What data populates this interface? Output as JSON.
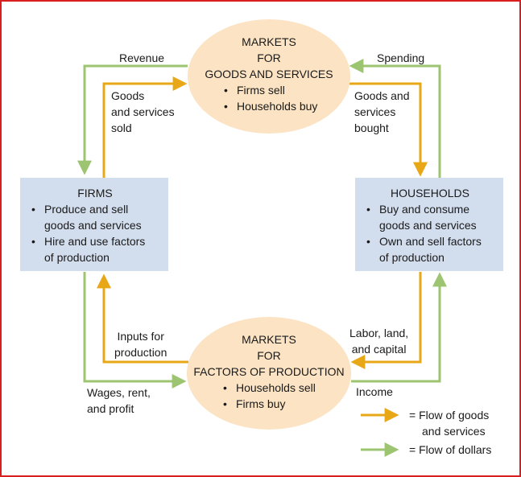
{
  "markets_goods": {
    "title_lines": [
      "MARKETS",
      "FOR",
      "GOODS AND SERVICES"
    ],
    "bullets": [
      "Firms sell",
      "Households buy"
    ]
  },
  "markets_factors": {
    "title_lines": [
      "MARKETS",
      "FOR",
      "FACTORS OF PRODUCTION"
    ],
    "bullets": [
      "Households sell",
      "Firms buy"
    ]
  },
  "firms": {
    "title": "FIRMS",
    "bullets": [
      [
        "Produce and sell",
        "goods and services"
      ],
      [
        "Hire and use factors",
        "of production"
      ]
    ]
  },
  "households": {
    "title": "HOUSEHOLDS",
    "bullets": [
      [
        "Buy and consume",
        "goods and services"
      ],
      [
        "Own and sell factors",
        "of production"
      ]
    ]
  },
  "labels": {
    "revenue": "Revenue",
    "spending": "Spending",
    "goods_sold": [
      "Goods",
      "and services",
      "sold"
    ],
    "goods_bought": [
      "Goods and",
      "services",
      "bought"
    ],
    "inputs": [
      "Inputs for",
      "production"
    ],
    "labor": [
      "Labor, land,",
      "and capital"
    ],
    "wages": [
      "Wages, rent,",
      "and profit"
    ],
    "income": "Income"
  },
  "legend": {
    "goods": [
      "= Flow of goods",
      "and services"
    ],
    "dollars": "= Flow of dollars"
  },
  "colors": {
    "goods_flow": "#e8a716",
    "dollar_flow": "#9dc471",
    "oval_fill": "#fbe3c3",
    "box_fill": "#d2ddee",
    "frame": "#d81e1e"
  }
}
